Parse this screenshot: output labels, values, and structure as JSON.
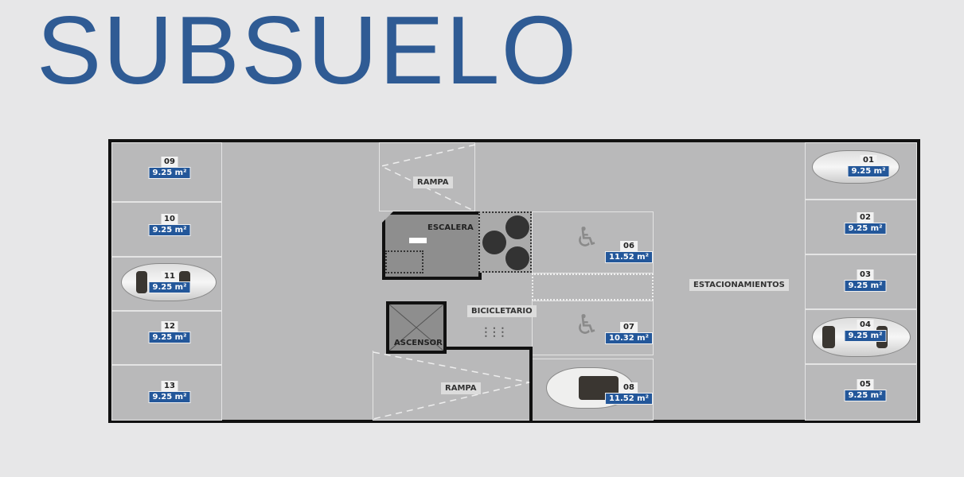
{
  "title": "SUBSUELO",
  "labels": {
    "rampa_top": "RAMPA",
    "rampa_bottom": "RAMPA",
    "escalera": "ESCALERA",
    "ascensor": "ASCENSOR",
    "bicicletario": "BICICLETARIO",
    "estacionamientos": "ESTACIONAMIENTOS"
  },
  "spots": [
    {
      "num": "01",
      "area": "9.25 m²"
    },
    {
      "num": "02",
      "area": "9.25 m²"
    },
    {
      "num": "03",
      "area": "9.25 m²"
    },
    {
      "num": "04",
      "area": "9.25 m²"
    },
    {
      "num": "05",
      "area": "9.25 m²"
    },
    {
      "num": "06",
      "area": "11.52 m²"
    },
    {
      "num": "07",
      "area": "10.32 m²"
    },
    {
      "num": "08",
      "area": "11.52 m²"
    },
    {
      "num": "09",
      "area": "9.25 m²"
    },
    {
      "num": "10",
      "area": "9.25 m²"
    },
    {
      "num": "11",
      "area": "9.25 m²"
    },
    {
      "num": "12",
      "area": "9.25 m²"
    },
    {
      "num": "13",
      "area": "9.25 m²"
    }
  ],
  "colors": {
    "title": "#2f5b94",
    "area_badge": "#23579a"
  }
}
